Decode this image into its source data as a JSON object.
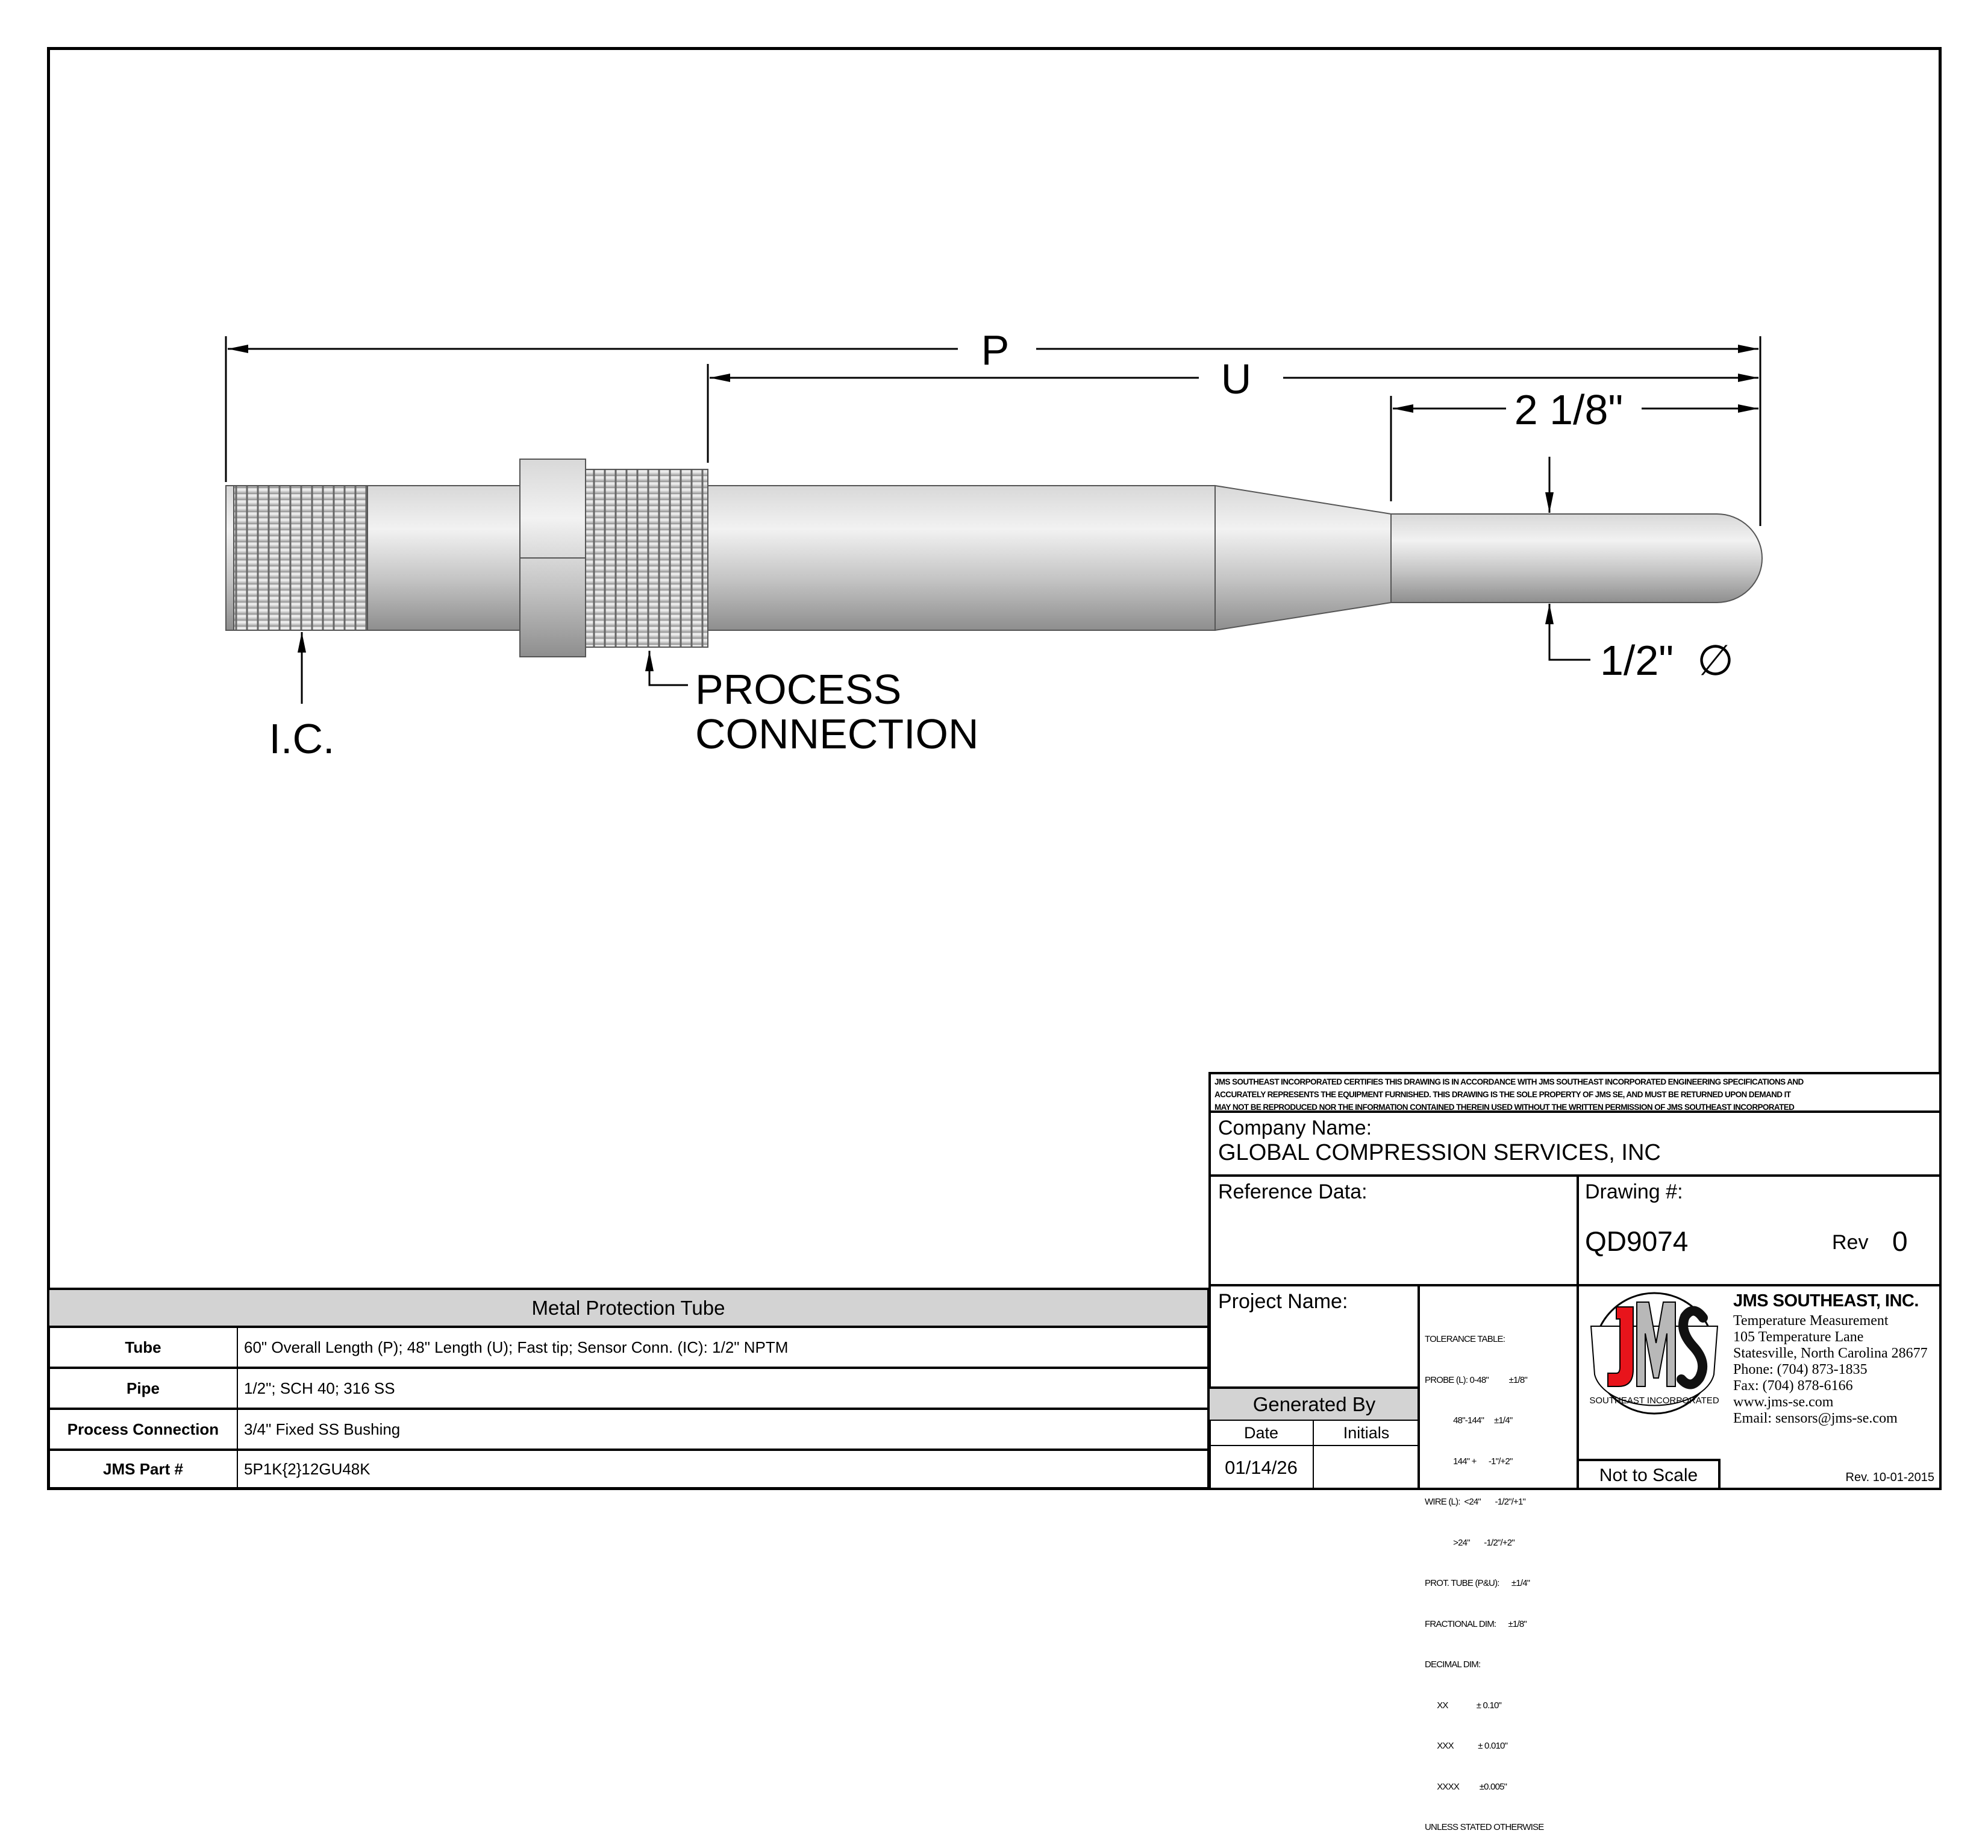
{
  "drawing": {
    "dim_overall": "P",
    "dim_insertion": "U",
    "dim_tip_length": "2 1/8\"",
    "dim_tip_diameter": "1/2\"  ∅",
    "label_ic": "I.C.",
    "label_process_line1": "PROCESS",
    "label_process_line2": "CONNECTION"
  },
  "title_block": {
    "certification": [
      "JMS SOUTHEAST INCORPORATED CERTIFIES THIS DRAWING IS IN ACCORDANCE WITH JMS SOUTHEAST INCORPORATED ENGINEERING SPECIFICATIONS AND",
      "ACCURATELY REPRESENTS THE EQUIPMENT FURNISHED.  THIS DRAWING IS THE SOLE PROPERTY OF JMS SE, AND MUST BE RETURNED UPON DEMAND IT",
      "MAY NOT BE REPRODUCED NOR THE INFORMATION CONTAINED THEREIN USED WITHOUT THE WRITTEN PERMISSION OF JMS SOUTHEAST INCORPORATED"
    ],
    "company_label": "Company Name:",
    "company_value": "GLOBAL COMPRESSION SERVICES, INC",
    "reference_label": "Reference Data:",
    "drawing_label": "Drawing #:",
    "drawing_value": "QD9074",
    "rev_label": "Rev",
    "rev_value": "0",
    "project_label": "Project Name:",
    "generated_by": "Generated By",
    "date_label": "Date",
    "initials_label": "Initials",
    "date_value": "01/14/26",
    "tolerance": [
      "TOLERANCE TABLE:",
      "PROBE (L): 0-48\"          ±1/8\"",
      "              48\"-144\"     ±1/4\"",
      "              144\" +      -1\"/+2\"",
      "WIRE (L):  <24\"       -1/2\"/+1\"",
      "              >24\"       -1/2\"/+2\"",
      "PROT. TUBE (P&U):      ±1/4\"",
      "FRACTIONAL DIM:      ±1/8\"",
      "DECIMAL DIM:",
      "      XX              ± 0.10\"",
      "      XXX            ± 0.010\"",
      "      XXXX          ±0.005\"",
      "UNLESS STATED OTHERWISE"
    ],
    "logo_text": "JMS",
    "logo_ring_text": "SOUTHEAST INCORPORATED",
    "company_name": "JMS SOUTHEAST, INC.",
    "address": [
      "Temperature Measurement",
      "105 Temperature Lane",
      "Statesville, North Carolina 28677",
      "Phone: (704) 873-1835",
      "Fax: (704) 878-6166",
      "www.jms-se.com",
      "Email: sensors@jms-se.com"
    ],
    "not_to_scale": "Not to Scale",
    "form_rev": "Rev. 10-01-2015"
  },
  "spec_table": {
    "title": "Metal Protection Tube",
    "rows": [
      {
        "key": "Tube",
        "value": "60\" Overall Length (P); 48\" Length (U); Fast tip; Sensor Conn. (IC): 1/2\" NPTM"
      },
      {
        "key": "Pipe",
        "value": "1/2\"; SCH 40; 316 SS"
      },
      {
        "key": "Process Connection",
        "value": "3/4\" Fixed SS Bushing"
      },
      {
        "key": "JMS Part #",
        "value": "5P1K{2}12GU48K"
      }
    ]
  },
  "colors": {
    "logo_red": "#e8141b",
    "logo_gray": "#b8b8b8",
    "header_gray": "#d3d3d3"
  }
}
